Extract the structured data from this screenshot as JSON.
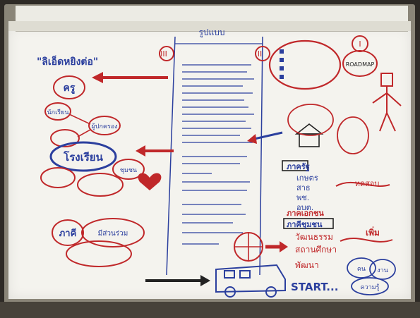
{
  "sheet": {
    "heading_left": "\"ลิเอ็ดหยิงต่อ\"",
    "section_1": "I",
    "section_2": "II",
    "section_3": "III",
    "banner_top": "รูปแบบ",
    "start_label": "START...",
    "left_column": {
      "node_kru": "ครู",
      "node_student": "นักเรียน",
      "node_parent": "ผู้ปกครอง",
      "node_school": "โรงเรียน",
      "node_community": "ชุมชน",
      "node_bottom": "ภาคี",
      "node_bottom_sub": "มีส่วนร่วม"
    },
    "right_column": {
      "node_roadmap": "ROADMAP",
      "list_item_1": "ภาครัฐ",
      "list_item_2": "เกษตร",
      "list_item_3": "สาธ",
      "list_item_4": "พช.",
      "list_item_5": "อบต.",
      "list_item_6": "ภาคเอกชน",
      "list_item_7": "ภาคีชุมชน",
      "list_item_8": "วัฒนธรรม",
      "list_item_9": "สถานศึกษา",
      "list_item_10": "พัฒนา",
      "side_note_1": "ทดสอบ",
      "side_note_2": "เพิ่ม",
      "bubble_1": "คน",
      "bubble_2": "งาน",
      "bubble_3": "ความรู้"
    }
  },
  "colors": {
    "ink_red": "#c0282a",
    "ink_blue": "#2b3f9e",
    "ink_dark": "#222222",
    "paper": "#f4f3ee"
  }
}
